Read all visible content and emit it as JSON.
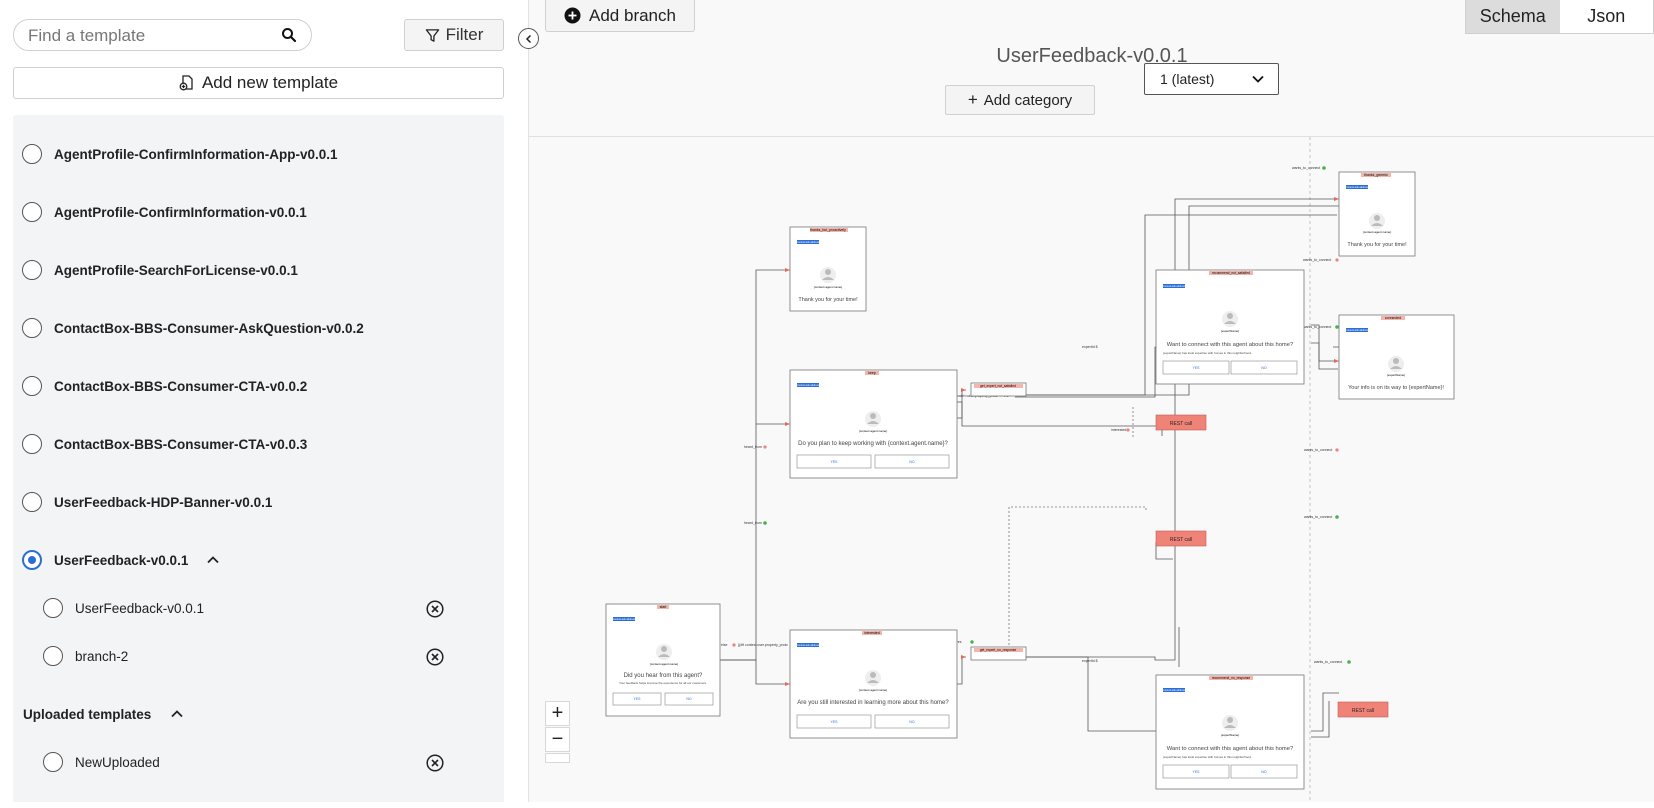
{
  "sidebar": {
    "search": {
      "placeholder": "Find a template",
      "icon": "search-icon"
    },
    "filter_label": "Filter",
    "add_template_label": "Add new template",
    "templates": [
      {
        "label": "AgentProfile-ConfirmInformation-App-v0.0.1",
        "selected": false
      },
      {
        "label": "AgentProfile-ConfirmInformation-v0.0.1",
        "selected": false
      },
      {
        "label": "AgentProfile-SearchForLicense-v0.0.1",
        "selected": false
      },
      {
        "label": "ContactBox-BBS-Consumer-AskQuestion-v0.0.2",
        "selected": false
      },
      {
        "label": "ContactBox-BBS-Consumer-CTA-v0.0.2",
        "selected": false
      },
      {
        "label": "ContactBox-BBS-Consumer-CTA-v0.0.3",
        "selected": false
      },
      {
        "label": "UserFeedback-HDP-Banner-v0.0.1",
        "selected": false
      },
      {
        "label": "UserFeedback-v0.0.1",
        "selected": true
      }
    ],
    "branches": [
      {
        "label": "UserFeedback-v0.0.1"
      },
      {
        "label": "branch-2"
      }
    ],
    "uploaded_heading": "Uploaded templates",
    "uploaded": [
      {
        "label": "NewUploaded"
      }
    ]
  },
  "main": {
    "add_branch_label": "Add branch",
    "view_tabs": [
      {
        "label": "Schema",
        "active": true
      },
      {
        "label": "Json",
        "active": false
      }
    ],
    "title": "UserFeedback-v0.0.1",
    "version_value": "1 (latest)",
    "add_category_label": "Add category",
    "zoom_in": "+",
    "zoom_out": "−"
  },
  "diagram": {
    "nodes": {
      "thanks_pro": {
        "title": "thanks_but_proactively",
        "pill": "content.ads.address",
        "agent": "{context.agent.name}",
        "body": "Thank you for your time!"
      },
      "keep": {
        "title": "keep",
        "pill": "content.ads.address",
        "agent": "{context.agent.name}",
        "body": "Do you plan to keep working with {context.agent.name}?",
        "yes": "YES",
        "no": "NO"
      },
      "start": {
        "title": "start",
        "pill": "content.ads.address",
        "agent": "{context.agent.name}",
        "body": "Did you hear from this agent?",
        "sub": "Your feedback helps improve the experience for all our customers.",
        "yes": "YES",
        "no": "NO"
      },
      "interested": {
        "title": "interested",
        "pill": "content.ads.address",
        "agent": "{context.agent.name}",
        "body": "Are you still interested in learning more about this home?",
        "yes": "YES",
        "no": "NO"
      },
      "rec_not_sat": {
        "title": "recommend_not_satisfied",
        "pill": "content.ads.address",
        "agent": "{expertName}",
        "body": "Want to connect with this agent about this home?",
        "sub": "{expertName} has local expertise with homes in this neighborhood.",
        "yes": "YES",
        "no": "NO"
      },
      "rec_no_resp": {
        "title": "recommend_no_response",
        "pill": "content.ads.address",
        "agent": "{expertName}",
        "body": "Want to connect with this agent about this home?",
        "sub": "{expertName} has local expertise with homes in this neighborhood.",
        "yes": "YES",
        "no": "NO"
      },
      "thanks_generic": {
        "title": "thanks_generic",
        "pill": "content.ads.address",
        "agent": "{context.agent.name}",
        "body": "Thank you for your time!"
      },
      "connected": {
        "title": "connected",
        "pill": "content.ads.address",
        "agent": "{expertName}",
        "body": "Your info is on its way to {expertName}!"
      }
    },
    "small_nodes": {
      "get_expert_not_sat": "get_expert_not_satisfied",
      "get_expert_no_resp": "get_expert_no_response"
    },
    "rest_call": "REST call",
    "edge_labels": {
      "heard_from_no": "heard_from",
      "heard_from_yes": "heard_from",
      "start_else": "else",
      "start_cond": "{{#if context.user.property_proto",
      "keep_cond": "match case.property_proto <= 0.5",
      "interested_yes": "yes",
      "interested_flag": "interested",
      "expert_a": "expertId $",
      "expert_b": "expertId $",
      "wants_top": "wants_to_connect",
      "wants_1": "wants_to_connect",
      "wants_2": "wants_to_connect",
      "wants_3": "wants_to_connect",
      "wants_4": "wants_to_connect",
      "wants_5": "wants_to_connect"
    }
  },
  "colors": {
    "accent": "#2b6fd6",
    "rest": "#f08378",
    "title_tag": "#f5b5ad"
  }
}
